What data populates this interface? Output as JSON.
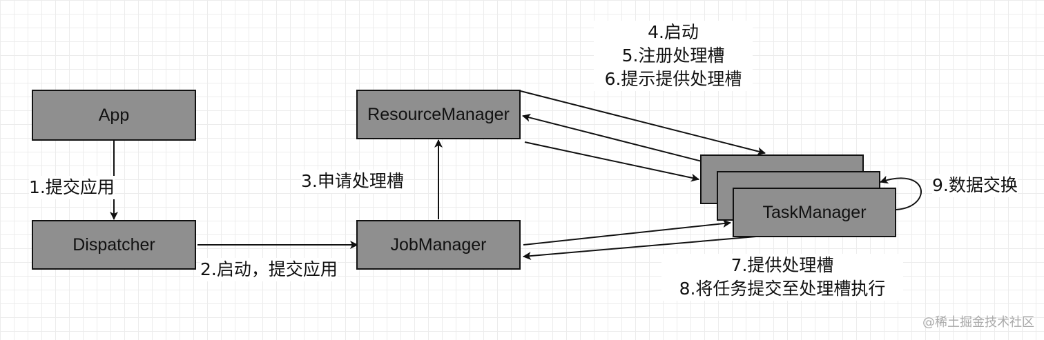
{
  "nodes": {
    "app": "App",
    "dispatcher": "Dispatcher",
    "resource_manager": "ResourceManager",
    "job_manager": "JobManager",
    "task_manager": "TaskManager"
  },
  "edge_labels": {
    "submit_app": "1.提交应用",
    "start_submit": "2.启动，提交应用",
    "request_slots": "3.申请处理槽",
    "start": "4.启动",
    "register_slots": "5.注册处理槽",
    "offer_slots_hint": "6.提示提供处理槽",
    "provide_slots": "7.提供处理槽",
    "submit_tasks": "8.将任务提交至处理槽执行",
    "data_exchange": "9.数据交换"
  },
  "watermark": "@稀土掘金技术社区",
  "colors": {
    "box_fill": "#8f8f8f",
    "stroke": "#111111",
    "grid": "#ececec"
  }
}
